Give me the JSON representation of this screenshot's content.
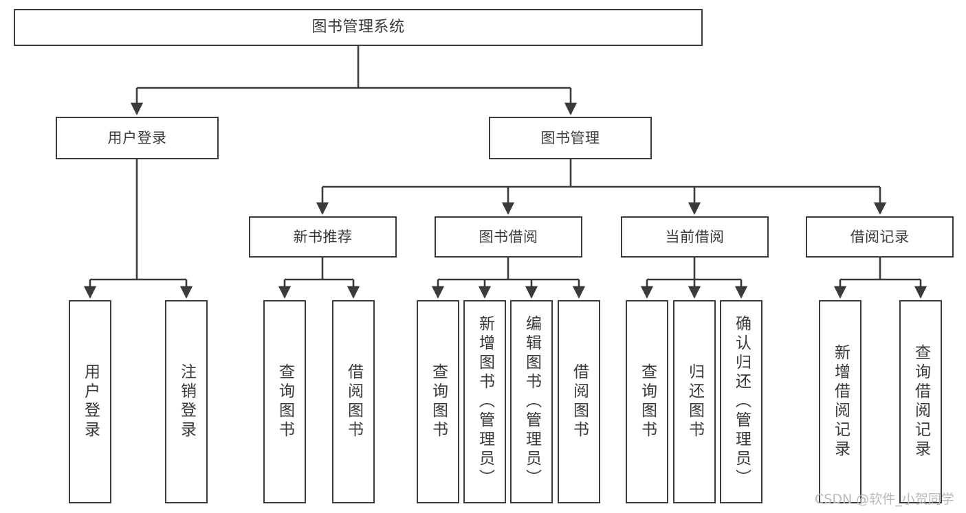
{
  "diagram": {
    "title": "图书管理系统",
    "root": {
      "label": "图书管理系统"
    },
    "level2": [
      {
        "label": "用户登录"
      },
      {
        "label": "图书管理"
      }
    ],
    "level3": [
      {
        "label": "新书推荐"
      },
      {
        "label": "图书借阅"
      },
      {
        "label": "当前借阅"
      },
      {
        "label": "借阅记录"
      }
    ],
    "leaves": {
      "user_login": [
        {
          "label": "用户登录"
        },
        {
          "label": "注销登录"
        }
      ],
      "new_book_recommend": [
        {
          "label": "查询图书"
        },
        {
          "label": "借阅图书"
        }
      ],
      "book_borrow": [
        {
          "label": "查询图书"
        },
        {
          "label": "新增图书（管理员）"
        },
        {
          "label": "编辑图书（管理员）"
        },
        {
          "label": "借阅图书"
        }
      ],
      "current_borrow": [
        {
          "label": "查询图书"
        },
        {
          "label": "归还图书"
        },
        {
          "label": "确认归还（管理员）"
        }
      ],
      "borrow_record": [
        {
          "label": "新增借阅记录"
        },
        {
          "label": "查询借阅记录"
        }
      ]
    }
  },
  "watermark": {
    "text": "CSDN @软件_小贺同学"
  },
  "colors": {
    "border": "#3b3b3b",
    "text": "#3a3a3a",
    "background": "#ffffff",
    "watermark": "#b9b9b9"
  }
}
